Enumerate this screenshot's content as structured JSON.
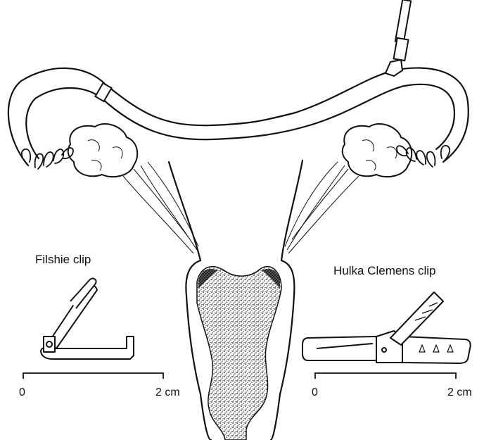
{
  "labels": {
    "filshie": "Filshie clip",
    "hulka": "Hulka Clemens clip"
  },
  "scales": {
    "left": {
      "start": "0",
      "end": "2 cm"
    },
    "right": {
      "start": "0",
      "end": "2 cm"
    }
  },
  "colors": {
    "ink": "#111111",
    "paper": "#ffffff",
    "stipple": "#222222"
  }
}
